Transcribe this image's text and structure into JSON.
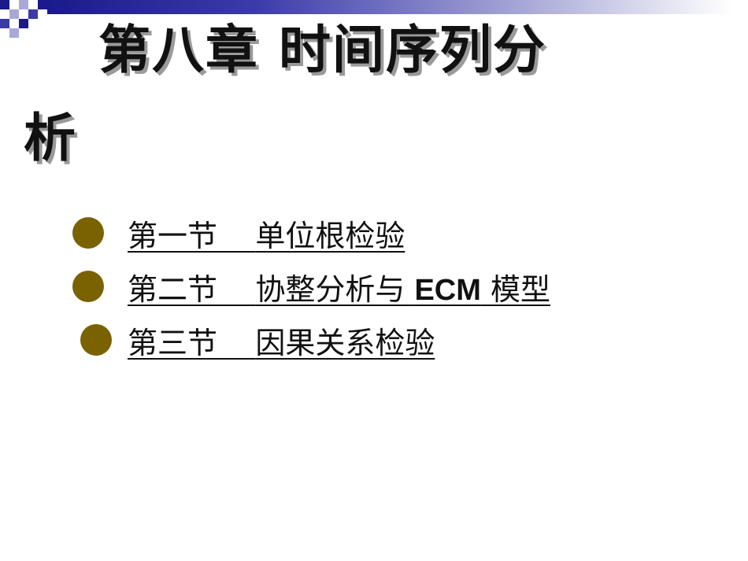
{
  "colors": {
    "bullet": "#7a6200",
    "bar_start": "#1a1a8c",
    "text": "#111111",
    "title_shadow": "#9a9a9a"
  },
  "title": {
    "line1": "第八章  时间序列分",
    "line2": "析"
  },
  "toc": [
    {
      "prefix": "第一节",
      "name": "单位根检验",
      "suffix_latin": "",
      "suffix_tail": ""
    },
    {
      "prefix": "第二节",
      "name": "协整分析与 ",
      "suffix_latin": "ECM",
      "suffix_tail": " 模型"
    },
    {
      "prefix": "第三节",
      "name": "因果关系检验",
      "suffix_latin": "",
      "suffix_tail": ""
    }
  ]
}
